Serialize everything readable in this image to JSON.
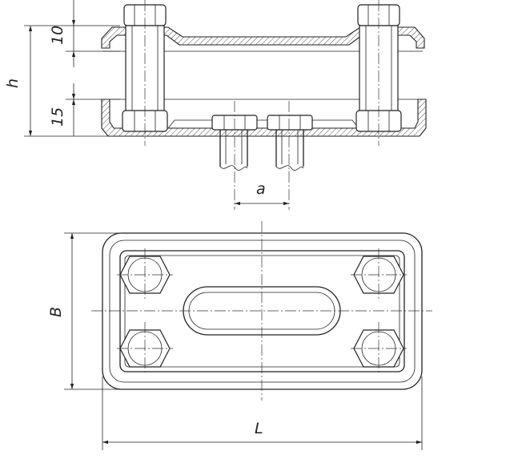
{
  "dimensions": {
    "top_thickness": "10",
    "bottom_thickness": "15",
    "height": "h",
    "spacing": "a",
    "width": "B",
    "length": "L"
  }
}
